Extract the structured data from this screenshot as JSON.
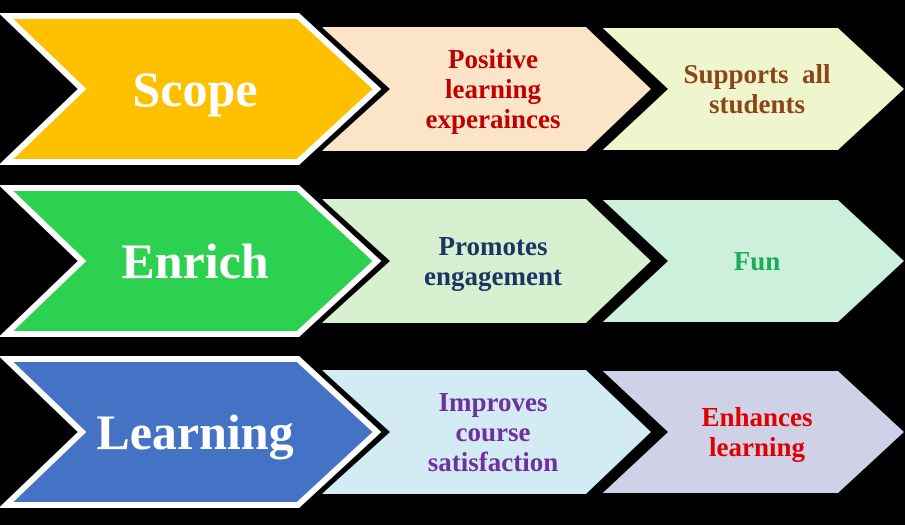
{
  "diagram": {
    "title_hint": "process-arrows-diagram",
    "colors": {
      "background": "#000000",
      "primary_border": "#FFFFFF",
      "gap_outline": "#000000"
    },
    "rows": [
      {
        "primary": {
          "label": "Scope",
          "fill": "#FFC000",
          "text_color": "#FFFFFF"
        },
        "mid": {
          "label": "Positive\nlearning\nexperainces",
          "fill": "#FCE4C8",
          "text_color": "#C00000"
        },
        "end": {
          "label": "Supports  all\nstudents",
          "fill": "#EFF5CD",
          "text_color": "#8A4619"
        }
      },
      {
        "primary": {
          "label": "Enrich",
          "fill": "#2DD150",
          "text_color": "#FFFFFF"
        },
        "mid": {
          "label": "Promotes\nengagement",
          "fill": "#D6F0D0",
          "text_color": "#1B3564"
        },
        "end": {
          "label": "Fun",
          "fill": "#CCF0DC",
          "text_color": "#1CAE54"
        }
      },
      {
        "primary": {
          "label": "Learning",
          "fill": "#4472C4",
          "text_color": "#FFFFFF"
        },
        "mid": {
          "label": "Improves\ncourse\nsatisfaction",
          "fill": "#D3EBF2",
          "text_color": "#7030A0"
        },
        "end": {
          "label": "Enhances\nlearning",
          "fill": "#CFD1E7",
          "text_color": "#DE0101"
        }
      }
    ]
  }
}
